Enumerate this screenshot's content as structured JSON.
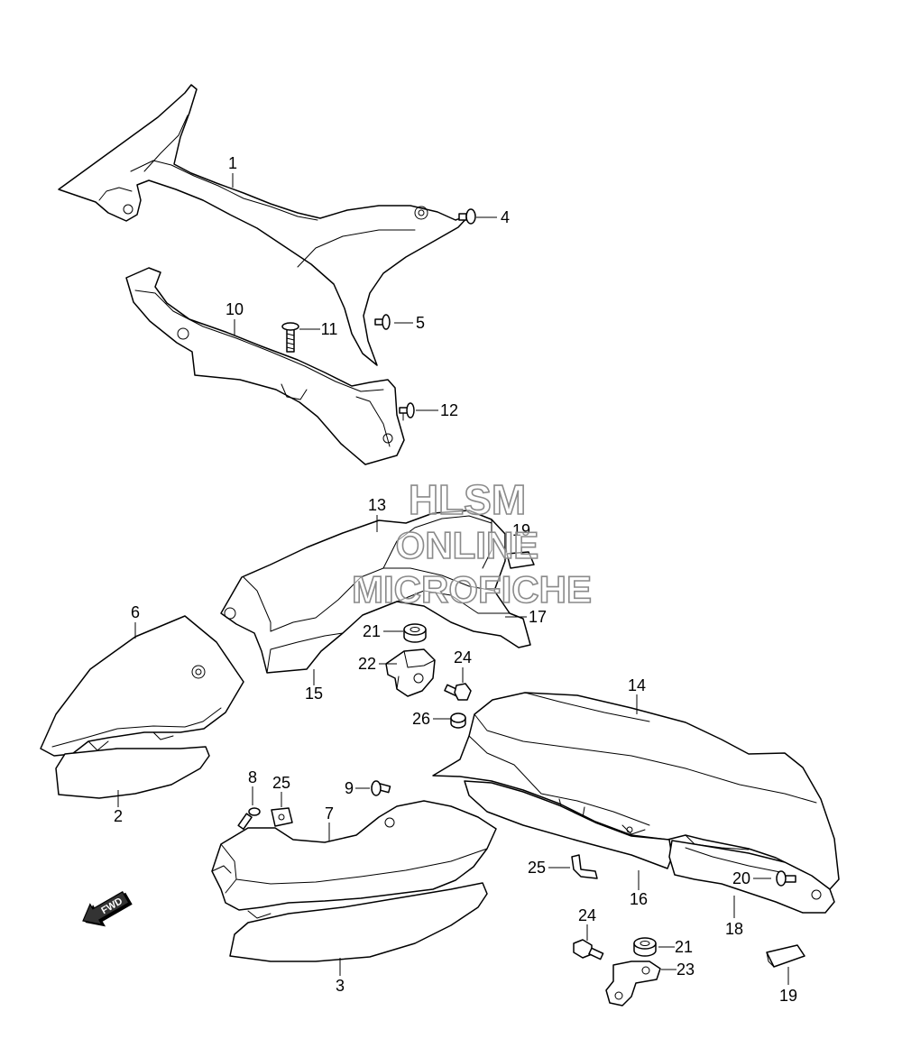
{
  "diagram": {
    "callouts": [
      "1",
      "4",
      "10",
      "11",
      "5",
      "12",
      "13",
      "19",
      "17",
      "21",
      "22",
      "24",
      "15",
      "6",
      "26",
      "14",
      "2",
      "8",
      "25",
      "9",
      "7",
      "25",
      "16",
      "20",
      "18",
      "24",
      "21",
      "23",
      "3",
      "19"
    ],
    "fwd_label": "FWD",
    "watermark": [
      "HLSM",
      "ONLINE",
      "MICROFICHE"
    ]
  },
  "colors": {
    "line": "#000000",
    "fill": "#ffffff",
    "watermark": "#8a8a8a"
  }
}
